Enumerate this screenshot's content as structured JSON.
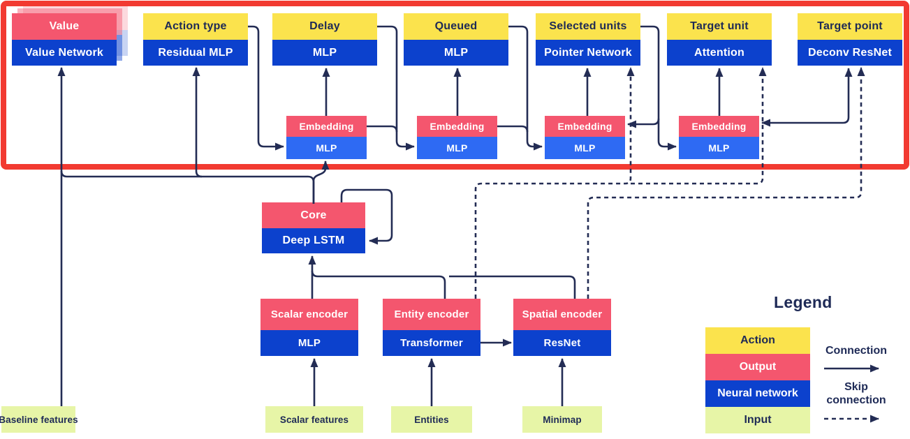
{
  "diagram": {
    "top_row": [
      {
        "header": "Value",
        "body": "Value Network"
      },
      {
        "header": "Action type",
        "body": "Residual MLP"
      },
      {
        "header": "Delay",
        "body": "MLP"
      },
      {
        "header": "Queued",
        "body": "MLP"
      },
      {
        "header": "Selected units",
        "body": "Pointer Network"
      },
      {
        "header": "Target unit",
        "body": "Attention"
      },
      {
        "header": "Target point",
        "body": "Deconv ResNet"
      }
    ],
    "embedding": {
      "header": "Embedding",
      "body": "MLP"
    },
    "core": {
      "header": "Core",
      "body": "Deep LSTM"
    },
    "encoders": [
      {
        "header": "Scalar encoder",
        "body": "MLP"
      },
      {
        "header": "Entity encoder",
        "body": "Transformer"
      },
      {
        "header": "Spatial encoder",
        "body": "ResNet"
      }
    ],
    "inputs": [
      {
        "label": "Baseline features"
      },
      {
        "label": "Scalar features"
      },
      {
        "label": "Entities"
      },
      {
        "label": "Minimap"
      }
    ]
  },
  "legend": {
    "title": "Legend",
    "items": [
      {
        "label": "Action"
      },
      {
        "label": "Output"
      },
      {
        "label": "Neural network"
      },
      {
        "label": "Input"
      }
    ],
    "connection_label": "Connection",
    "skip_connection_label": "Skip connection"
  },
  "colors": {
    "action-yellow": "#fbe34d",
    "output-pink": "#f4566e",
    "network-blue": "#0c41cd",
    "embedding-blue": "#2e6af3",
    "input-green": "#e7f5a7",
    "line-navy": "#232c54",
    "text-navy": "#1e2a56",
    "highlight-red": "#f23a31",
    "background": "#ffffff"
  }
}
